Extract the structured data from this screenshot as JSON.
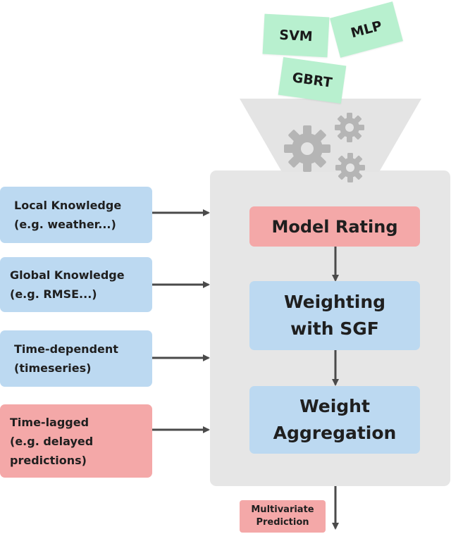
{
  "models": [
    {
      "id": "svm",
      "label": "SVM"
    },
    {
      "id": "mlp",
      "label": "MLP"
    },
    {
      "id": "gbrt",
      "label": "GBRT"
    }
  ],
  "inputs": [
    {
      "id": "local",
      "line1": "Local Knowledge",
      "line2": "(e.g. weather...)",
      "line3": "",
      "color": "#bcd9f1"
    },
    {
      "id": "global",
      "line1": "Global Knowledge",
      "line2": "(e.g. RMSE...)",
      "line3": "",
      "color": "#bcd9f1"
    },
    {
      "id": "time-dependent",
      "line1": "Time-dependent",
      "line2": "(timeseries)",
      "line3": "",
      "color": "#bcd9f1"
    },
    {
      "id": "time-lagged",
      "line1": "Time-lagged",
      "line2": "(e.g. delayed",
      "line3": "predictions)",
      "color": "#f4a8a8"
    }
  ],
  "stages": [
    {
      "id": "model-rating",
      "line1": "Model Rating",
      "line2": "",
      "color": "#f4a8a8"
    },
    {
      "id": "weighting",
      "line1": "Weighting",
      "line2": "with SGF",
      "color": "#bcd9f1"
    },
    {
      "id": "aggregation",
      "line1": "Weight",
      "line2": "Aggregation",
      "color": "#bcd9f1"
    }
  ],
  "output": {
    "line1": "Multivariate",
    "line2": "Prediction",
    "color": "#f4a8a8"
  },
  "icons": {
    "funnel": "funnel-icon",
    "gears": "gears-icon"
  },
  "colors": {
    "panel": "#e6e6e6",
    "funnel": "#e4e4e4",
    "gear": "#b5b5b5",
    "arrow": "#4a4a4a",
    "chip": "#b8f0cf"
  }
}
